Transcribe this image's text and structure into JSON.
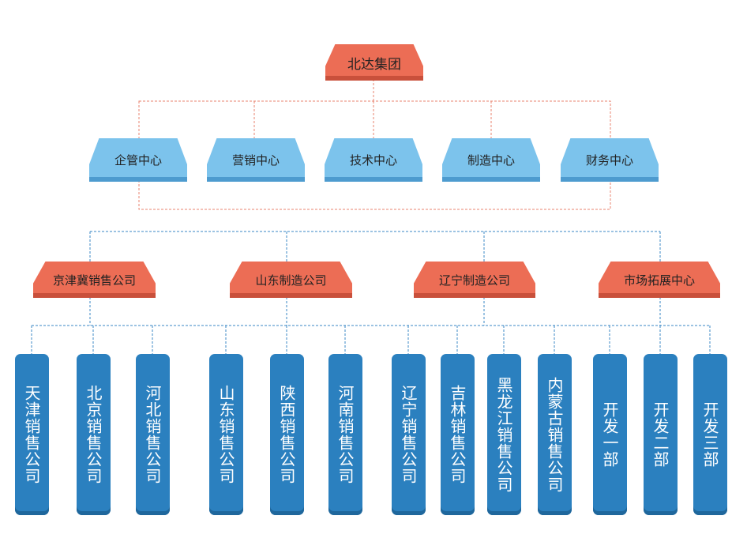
{
  "root": {
    "label": "北达集团"
  },
  "centers": [
    {
      "label": "企管中心"
    },
    {
      "label": "营销中心"
    },
    {
      "label": "技术中心"
    },
    {
      "label": "制造中心"
    },
    {
      "label": "财务中心"
    }
  ],
  "companies": [
    {
      "label": "京津冀销售公司"
    },
    {
      "label": "山东制造公司"
    },
    {
      "label": "辽宁制造公司"
    },
    {
      "label": "市场拓展中心"
    }
  ],
  "units": [
    {
      "label": "天津销售公司"
    },
    {
      "label": "北京销售公司"
    },
    {
      "label": "河北销售公司"
    },
    {
      "label": "山东销售公司"
    },
    {
      "label": "陕西销售公司"
    },
    {
      "label": "河南销售公司"
    },
    {
      "label": "辽宁销售公司"
    },
    {
      "label": "吉林销售公司"
    },
    {
      "label": "黑龙江销售公司"
    },
    {
      "label": "内蒙古销售公司"
    },
    {
      "label": "开发一部"
    },
    {
      "label": "开发二部"
    },
    {
      "label": "开发三部"
    }
  ],
  "colors": {
    "root_and_companies": "#ec6d55",
    "centers": "#7cc3ec",
    "units": "#2b80bf",
    "upper_connector": "#e8836f",
    "lower_connector": "#3a87c4"
  }
}
